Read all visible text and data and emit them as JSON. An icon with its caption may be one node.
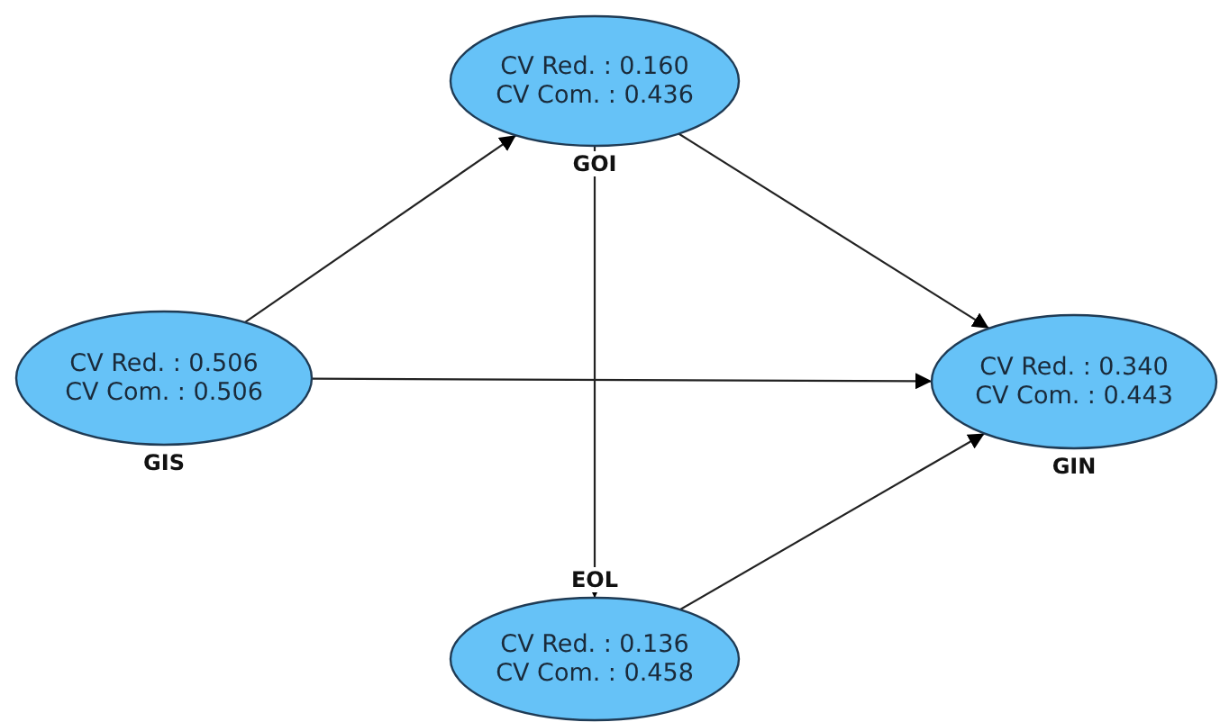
{
  "diagram": {
    "nodes": [
      {
        "text": [
          "CV Red. : 0.160",
          "CV Com. : 0.436",
          "GOI"
        ]
      },
      {
        "text": [
          "CV Red. : 0.506",
          "CV Com. : 0.506",
          "GIS"
        ]
      },
      {
        "text": [
          "CV Red. : 0.340",
          "CV Com. : 0.443",
          "GIN"
        ]
      },
      {
        "text": [
          "EOL",
          "CV Red. : 0.136",
          "CV Com. : 0.458"
        ]
      }
    ],
    "edges": [
      {
        "from": 1,
        "to": 0,
        "arrow": "to"
      },
      {
        "from": 0,
        "to": 2,
        "arrow": "to"
      },
      {
        "from": 1,
        "to": 2,
        "arrow": "to"
      },
      {
        "from": 0,
        "to": 3,
        "arrow": "to"
      },
      {
        "from": 3,
        "to": 2,
        "arrow": "to"
      }
    ]
  }
}
